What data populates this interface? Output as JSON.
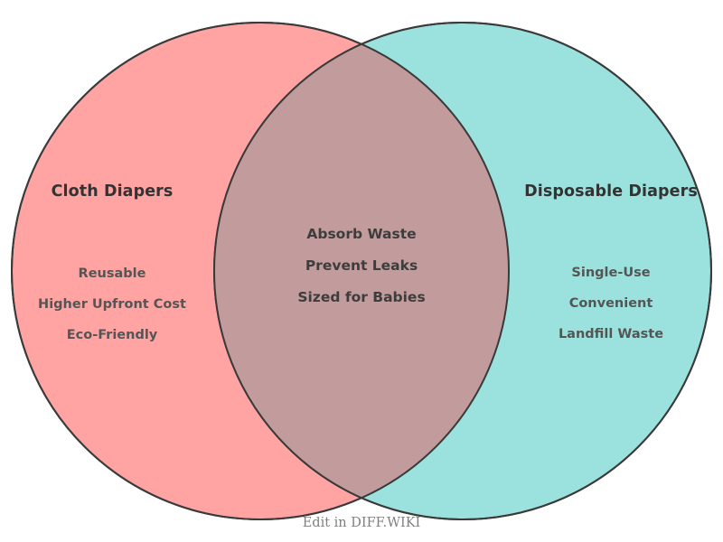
{
  "diagram": {
    "type": "venn-2-set",
    "background_color": "#ffffff",
    "stroke_color": "#3a3a3a",
    "left_set": {
      "title": "Cloth Diapers",
      "fill_color": "#ffa3a3",
      "items": [
        "Reusable",
        "Higher Upfront Cost",
        "Eco-Friendly"
      ]
    },
    "right_set": {
      "title": "Disposable Diapers",
      "fill_color": "#93e0db",
      "items": [
        "Single-Use",
        "Convenient",
        "Landfill Waste"
      ]
    },
    "intersection": {
      "fill_color": "#c29c9c",
      "items": [
        "Absorb Waste",
        "Prevent Leaks",
        "Sized for Babies"
      ]
    }
  },
  "footer": {
    "watermark": "Edit in DIFF.WIKI"
  }
}
